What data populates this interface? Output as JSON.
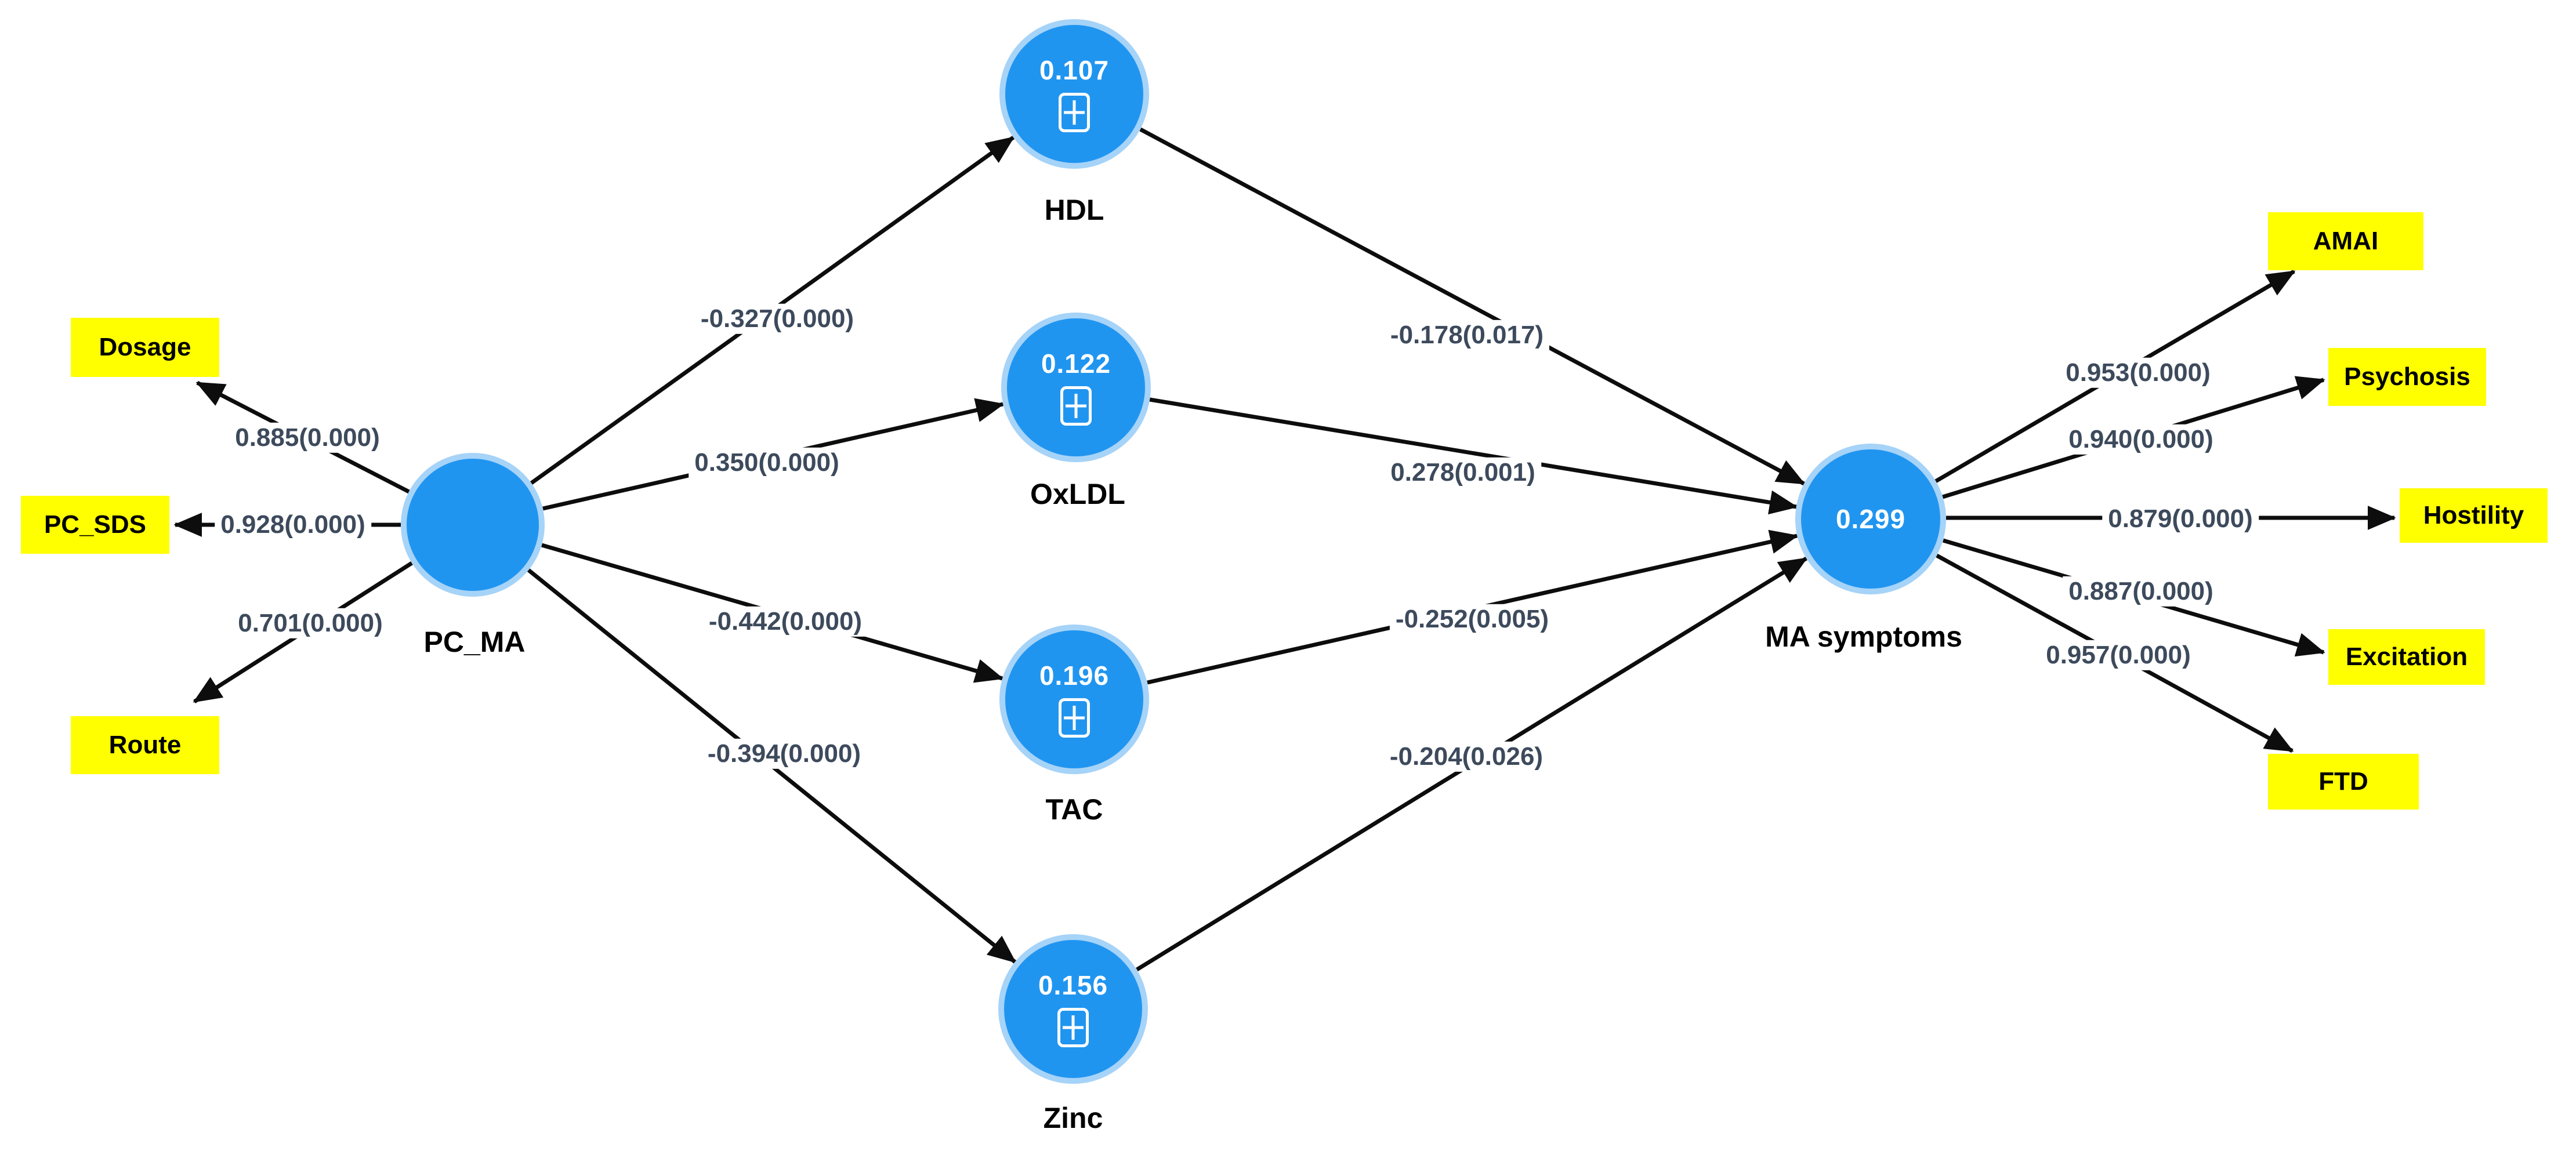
{
  "diagram": {
    "latents": [
      {
        "label": "PC_MA",
        "value": ""
      },
      {
        "label": "HDL",
        "value": "0.107"
      },
      {
        "label": "OxLDL",
        "value": "0.122"
      },
      {
        "label": "TAC",
        "value": "0.196"
      },
      {
        "label": "Zinc",
        "value": "0.156"
      },
      {
        "label": "MA symptoms",
        "value": "0.299"
      }
    ],
    "indicators": [
      {
        "label": "Dosage"
      },
      {
        "label": "PC_SDS"
      },
      {
        "label": "Route"
      },
      {
        "label": "AMAI"
      },
      {
        "label": "Psychosis"
      },
      {
        "label": "Hostility"
      },
      {
        "label": "Excitation"
      },
      {
        "label": "FTD"
      }
    ],
    "edges": [
      {
        "from": "PC_MA",
        "to": "Dosage",
        "label": "0.885(0.000)"
      },
      {
        "from": "PC_MA",
        "to": "PC_SDS",
        "label": "0.928(0.000)"
      },
      {
        "from": "PC_MA",
        "to": "Route",
        "label": "0.701(0.000)"
      },
      {
        "from": "PC_MA",
        "to": "HDL",
        "label": "-0.327(0.000)"
      },
      {
        "from": "PC_MA",
        "to": "OxLDL",
        "label": "0.350(0.000)"
      },
      {
        "from": "PC_MA",
        "to": "TAC",
        "label": "-0.442(0.000)"
      },
      {
        "from": "PC_MA",
        "to": "Zinc",
        "label": "-0.394(0.000)"
      },
      {
        "from": "HDL",
        "to": "MA symptoms",
        "label": "-0.178(0.017)"
      },
      {
        "from": "OxLDL",
        "to": "MA symptoms",
        "label": "0.278(0.001)"
      },
      {
        "from": "TAC",
        "to": "MA symptoms",
        "label": "-0.252(0.005)"
      },
      {
        "from": "Zinc",
        "to": "MA symptoms",
        "label": "-0.204(0.026)"
      },
      {
        "from": "MA symptoms",
        "to": "AMAI",
        "label": "0.953(0.000)"
      },
      {
        "from": "MA symptoms",
        "to": "Psychosis",
        "label": "0.940(0.000)"
      },
      {
        "from": "MA symptoms",
        "to": "Hostility",
        "label": "0.879(0.000)"
      },
      {
        "from": "MA symptoms",
        "to": "Excitation",
        "label": "0.887(0.000)"
      },
      {
        "from": "MA symptoms",
        "to": "FTD",
        "label": "0.957(0.000)"
      }
    ],
    "colors": {
      "latent_fill": "#2095f0",
      "latent_ring": "#a6d3f8",
      "indicator_fill": "#ffff00",
      "edge_line": "#0d0d0d",
      "coefficient_text": "#3d4a5c"
    }
  }
}
